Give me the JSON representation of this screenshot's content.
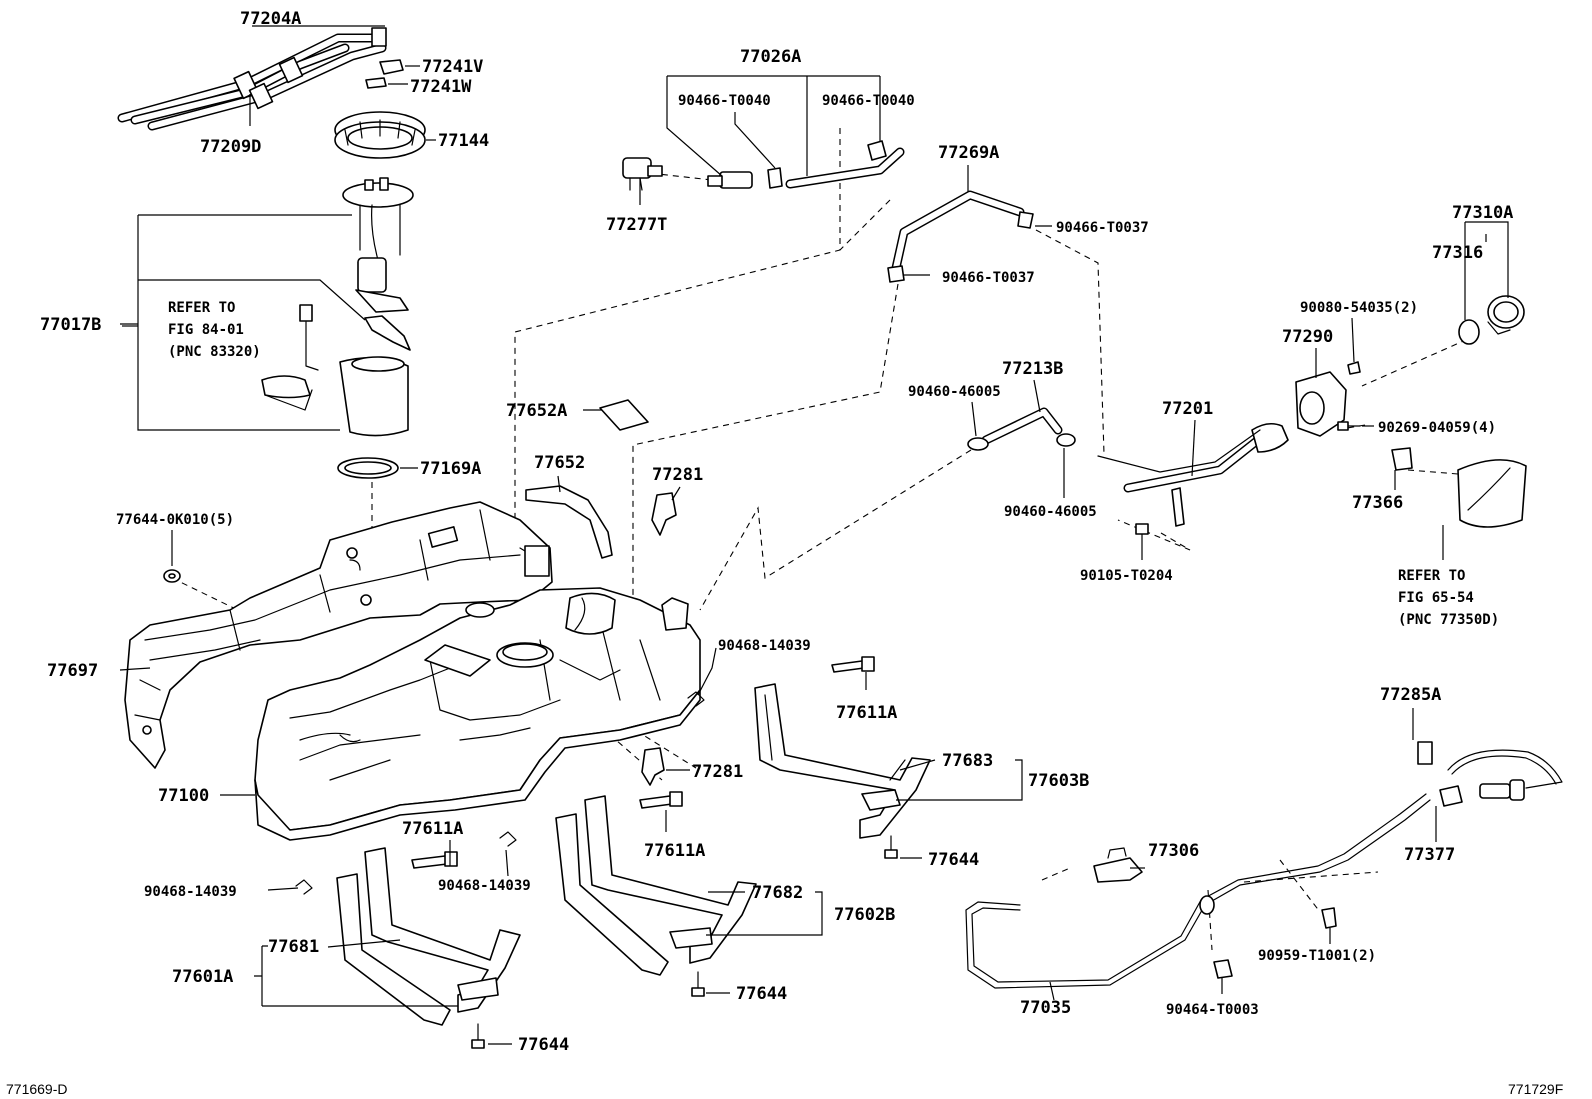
{
  "labels": {
    "l_77204A": "77204A",
    "l_77241V": "77241V",
    "l_77241W": "77241W",
    "l_77209D": "77209D",
    "l_77144": "77144",
    "l_77017B": "77017B",
    "l_refer1_a": "REFER TO",
    "l_refer1_b": "FIG 84-01",
    "l_refer1_c": "(PNC 83320)",
    "l_77169A": "77169A",
    "l_77644_0K010": "77644-0K010(5)",
    "l_77697": "77697",
    "l_77100": "77100",
    "l_77026A": "77026A",
    "l_90466_T0040a": "90466-T0040",
    "l_90466_T0040b": "90466-T0040",
    "l_77277T": "77277T",
    "l_77269A": "77269A",
    "l_90466_T0037a": "90466-T0037",
    "l_90466_T0037b": "90466-T0037",
    "l_77652A": "77652A",
    "l_77652": "77652",
    "l_77281a": "77281",
    "l_77281b": "77281",
    "l_90468_14039a": "90468-14039",
    "l_90468_14039b": "90468-14039",
    "l_90468_14039c": "90468-14039",
    "l_77611Aa": "77611A",
    "l_77611Ab": "77611A",
    "l_77611Ac": "77611A",
    "l_77683": "77683",
    "l_77603B": "77603B",
    "l_77644a": "77644",
    "l_77644b": "77644",
    "l_77644c": "77644",
    "l_77682": "77682",
    "l_77602B": "77602B",
    "l_77681": "77681",
    "l_77601A": "77601A",
    "l_77213B": "77213B",
    "l_90460_46005a": "90460-46005",
    "l_90460_46005b": "90460-46005",
    "l_77201": "77201",
    "l_90105_T0204": "90105-T0204",
    "l_77290": "77290",
    "l_90080_54035": "90080-54035(2)",
    "l_90269_04059": "90269-04059(4)",
    "l_77310A": "77310A",
    "l_77316": "77316",
    "l_77366": "77366",
    "l_refer2_a": "REFER TO",
    "l_refer2_b": "FIG 65-54",
    "l_refer2_c": "(PNC 77350D)",
    "l_77285A": "77285A",
    "l_77377": "77377",
    "l_77306": "77306",
    "l_77035": "77035",
    "l_90959_T1001": "90959-T1001(2)",
    "l_90464_T0003": "90464-T0003"
  },
  "footer": {
    "left_code": "771669-D",
    "right_code": "771729F"
  }
}
